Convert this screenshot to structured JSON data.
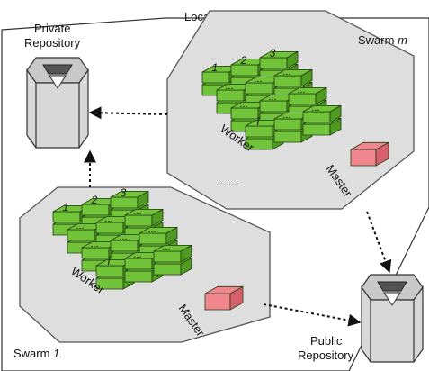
{
  "labels": {
    "local_network": "Local Network",
    "private_repo_line1": "Private",
    "private_repo_line2": "Repository",
    "public_repo_line1": "Public",
    "public_repo_line2": "Repository",
    "swarm_m_prefix": "Swarm ",
    "swarm_m_suffix": "m",
    "swarm_1_prefix": "Swarm ",
    "swarm_1_suffix": "1",
    "worker": "Worker",
    "master": "Master",
    "between_swarms": "......."
  },
  "swarm_top": {
    "worker_label": "Worker",
    "master_label": "Master",
    "node_labels": [
      "1",
      "2",
      "3",
      "...",
      "...",
      "...",
      "...",
      "...",
      "...",
      "i",
      "...",
      "..."
    ]
  },
  "swarm_bottom": {
    "worker_label": "Worker",
    "master_label": "Master",
    "node_labels": [
      "1",
      "2",
      "3",
      "...",
      "...",
      "...",
      "...",
      "...",
      "...",
      "i",
      "...",
      "..."
    ]
  },
  "colors": {
    "worker_fill": "#71c43a",
    "worker_fill_dark": "#4f9a22",
    "master_fill": "#f2868f",
    "master_fill_dark": "#d6606b",
    "swarm_bg": "#dedede",
    "swarm_border": "#555555",
    "repo_fill": "#d0d0d0"
  },
  "icons": [
    "repository-icon"
  ]
}
